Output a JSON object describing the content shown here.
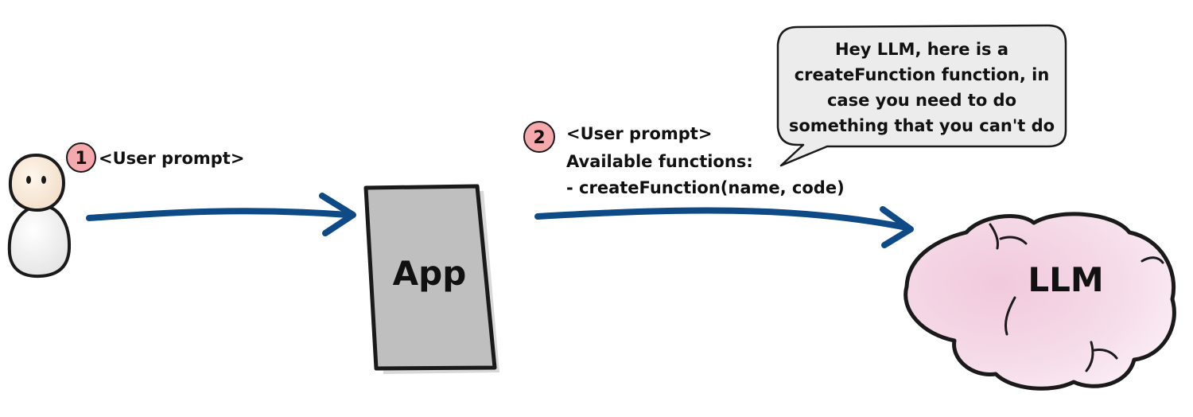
{
  "colors": {
    "arrow": "#0e4a86",
    "step_badge_fill": "#f6a9ad",
    "app_fill": "#bfbfbf",
    "llm_fill": "#f3d3e3",
    "bubble_fill": "#ececec",
    "outline": "#1a1a1a"
  },
  "icons": {
    "user": "person-icon",
    "llm": "brain-cloud-icon"
  },
  "step1": {
    "number": "1",
    "label": "<User prompt>"
  },
  "step2": {
    "number": "2",
    "lines": [
      "<User prompt>",
      "Available functions:",
      "- createFunction(name, code)"
    ]
  },
  "app": {
    "label": "App"
  },
  "llm": {
    "label": "LLM"
  },
  "speech_bubble": {
    "lines": [
      "Hey LLM, here is a",
      "createFunction function, in",
      "case you need to do",
      "something that you can't do"
    ]
  }
}
